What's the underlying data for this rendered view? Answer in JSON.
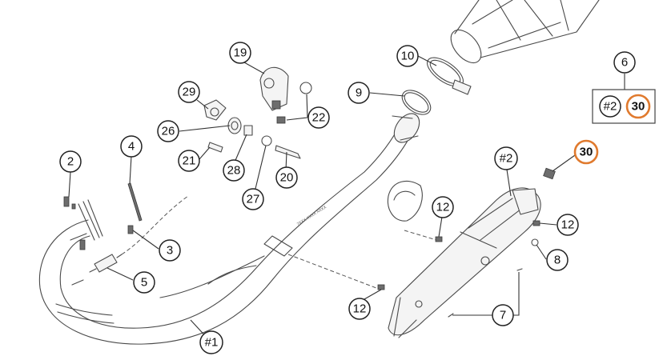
{
  "callouts": {
    "c19": "19",
    "c10": "10",
    "c9": "9",
    "c29": "29",
    "c22": "22",
    "c26": "26",
    "c21": "21",
    "c28": "28",
    "c20": "20",
    "c27": "27",
    "c4": "4",
    "c2": "2",
    "c3": "3",
    "c5": "5",
    "c30": "30",
    "c2b": "#2",
    "c12a": "12",
    "c12b": "12",
    "c8": "8",
    "c12c": "12",
    "c7": "7",
    "c1": "#1"
  },
  "legend_box": {
    "number": "6",
    "left_label": "#2",
    "right_label": "30"
  },
  "highlight_color": "#e07a2e",
  "pipe_text": "7XXX XXXX XXXX"
}
